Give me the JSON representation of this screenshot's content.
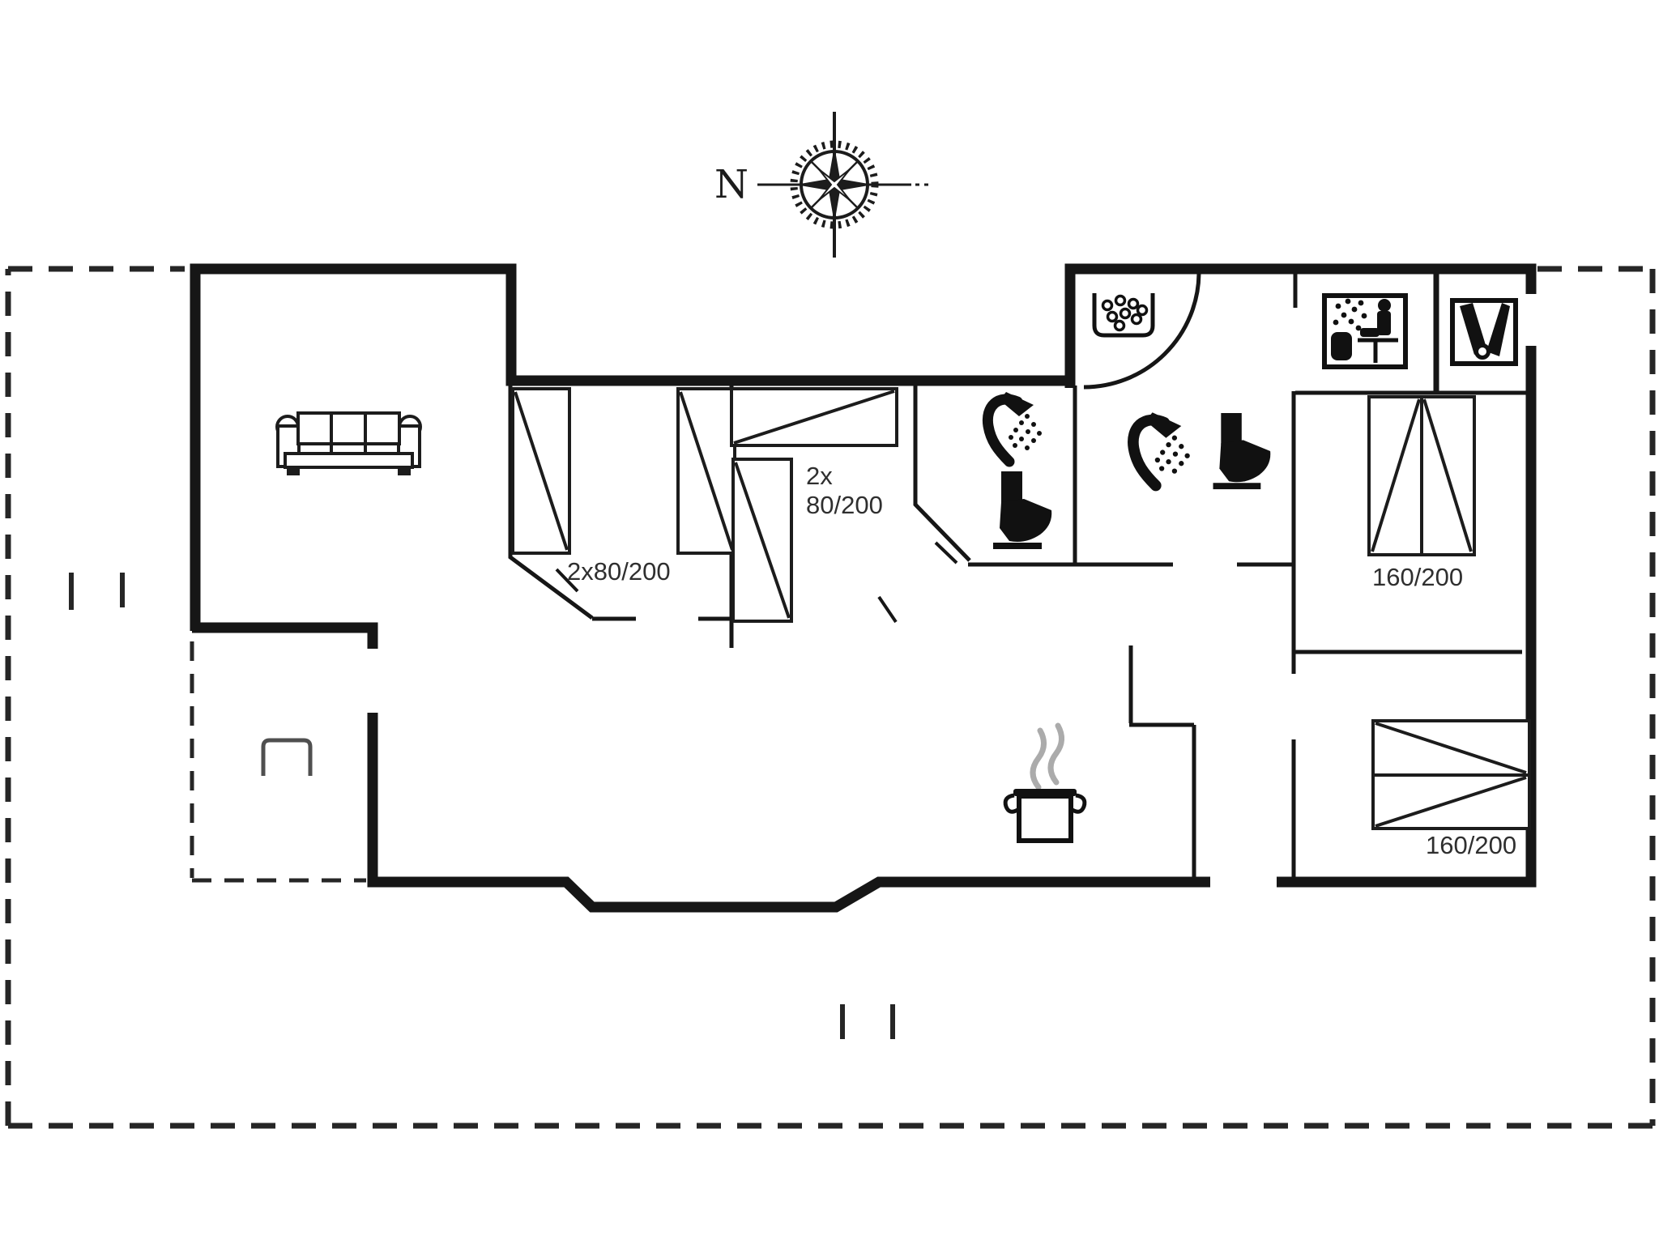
{
  "floor_plan": {
    "compass_label": "N",
    "bed_labels": {
      "bedroom1": "2x80/200",
      "bedroom2_line1": "2x",
      "bedroom2_line2": "80/200",
      "bedroom3": "160/200",
      "bedroom4": "160/200"
    },
    "icons": [
      "compass-rose-icon",
      "sofa-icon",
      "single-bed-icon",
      "double-bed-icon",
      "shower-icon",
      "toilet-icon",
      "whirlpool-icon",
      "sauna-icon",
      "cleaning-equipment-icon",
      "cooking-pot-icon",
      "grill-icon"
    ],
    "colors": {
      "wall": "#161616",
      "label_text": "#2f2f2f",
      "steam": "#ababab",
      "terrace_icon": "#4f4f4f",
      "background": "#ffffff"
    }
  }
}
